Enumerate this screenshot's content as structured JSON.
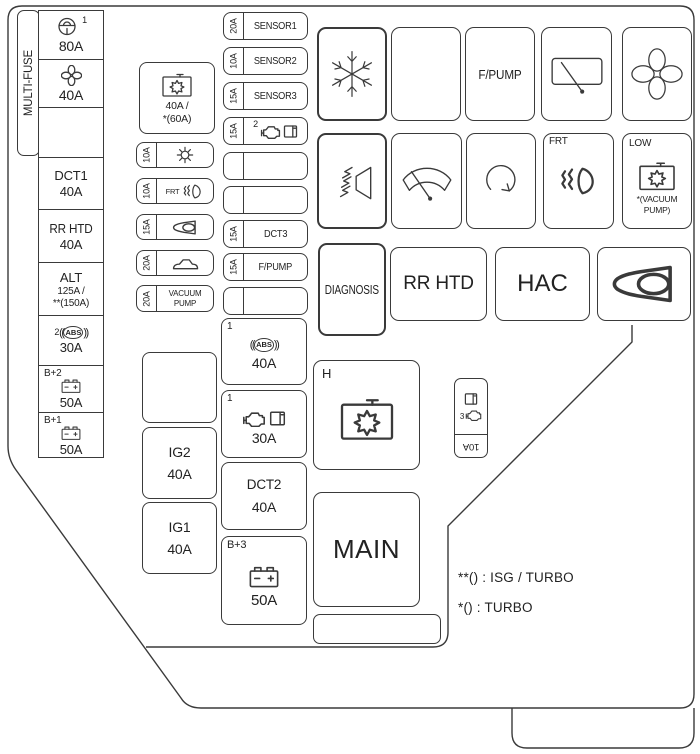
{
  "style": {
    "stroke_color": "#3a3a3a",
    "background": "#ffffff"
  },
  "multi_fuse_label": "MULTI-FUSE",
  "col1": {
    "f1": {
      "sup": "1",
      "amp": "80A",
      "icon": "steering-wheel-icon"
    },
    "f2": {
      "amp": "40A",
      "icon": "fan-icon"
    },
    "f4": {
      "label": "DCT1",
      "amp": "40A"
    },
    "f5": {
      "label": "RR HTD",
      "amp": "40A"
    },
    "f6": {
      "label": "ALT",
      "amp": "125A /",
      "amp2": "**(150A)"
    },
    "f7": {
      "sup": "2",
      "abs": "ABS",
      "amp": "30A",
      "icon": "abs-icon"
    },
    "f8": {
      "label": "B+2",
      "amp": "50A",
      "icon": "battery-icon"
    },
    "f9": {
      "label": "B+1",
      "amp": "50A",
      "icon": "battery-icon"
    }
  },
  "col2": {
    "relay40": {
      "amp": "40A /",
      "amp2": "*(60A)",
      "icon": "relay-icon"
    },
    "f1": {
      "amp": "10A",
      "icon": "climate-snowflake-icon"
    },
    "f2": {
      "amp": "10A",
      "label": "FRT",
      "icon": "fog-lamp-icon"
    },
    "f3": {
      "amp": "15A",
      "icon": "horn-icon"
    },
    "f4": {
      "amp": "20A",
      "icon": "car-icon"
    },
    "f5": {
      "amp": "20A",
      "label": "VACUUM",
      "label2": "PUMP"
    },
    "ig2": {
      "label": "IG2",
      "amp": "40A"
    },
    "ig1": {
      "label": "IG1",
      "amp": "40A"
    }
  },
  "col3": {
    "s1": {
      "amp": "20A",
      "label": "SENSOR1"
    },
    "s2": {
      "amp": "10A",
      "label": "SENSOR2"
    },
    "s3": {
      "amp": "15A",
      "label": "SENSOR3"
    },
    "s4": {
      "amp": "15A",
      "sup": "2",
      "icons": "engine-icon, book-icon"
    },
    "s7": {
      "amp": "15A",
      "label": "DCT3"
    },
    "s8": {
      "amp": "15A",
      "label": "F/PUMP"
    },
    "abs40": {
      "sup": "1",
      "abs": "ABS",
      "amp": "40A",
      "icon": "abs-icon"
    },
    "eng30": {
      "sup": "1",
      "amp": "30A",
      "icons": "engine-icon, book-icon"
    },
    "dct2": {
      "label": "DCT2",
      "amp": "40A"
    },
    "b3": {
      "label": "B+3",
      "amp": "50A",
      "icon": "battery-icon"
    }
  },
  "relays": {
    "r1c1": {
      "icon": "snowflake-icon"
    },
    "r1c3": {
      "label": "F/PUMP"
    },
    "r1c4": {
      "icon": "rear-wiper-icon"
    },
    "r1c5": {
      "icon": "fan-icon"
    },
    "r2c1": {
      "icon": "horn-sound-icon"
    },
    "r2c2": {
      "icon": "front-wiper-icon"
    },
    "r2c3": {
      "icon": "rotate-arrow-icon"
    },
    "r2c4": {
      "label": "FRT",
      "icon": "fog-lamp-icon"
    },
    "r2c5": {
      "label": "LOW",
      "sub1": "*(VACUUM",
      "sub2": "PUMP)",
      "icon": "relay-icon"
    },
    "r3c1": {
      "label": "DIAGNOSIS"
    },
    "r3c2": {
      "label": "RR HTD"
    },
    "r3c3": {
      "label": "HAC"
    },
    "r3c4": {
      "icon": "horn-icon"
    }
  },
  "center": {
    "h_box": {
      "label": "H",
      "icon": "relay-icon"
    },
    "main_box": {
      "label": "MAIN"
    },
    "fuse10": {
      "amp": "10A",
      "sup": "3",
      "icons": "book-icon, engine-icon"
    }
  },
  "legend": {
    "line1": "**() : ISG / TURBO",
    "line2": "*() : TURBO"
  }
}
